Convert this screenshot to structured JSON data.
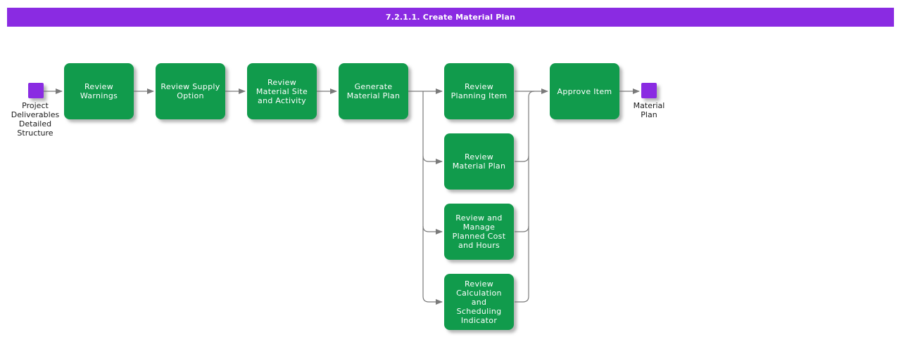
{
  "header": {
    "title": "7.2.1.1. Create Material Plan"
  },
  "colors": {
    "node_purple": "#8A2BE2",
    "box_green": "#119B4C",
    "connector_gray": "#7A7A7A"
  },
  "start_node": {
    "label": "Project Deliverables Detailed Structure"
  },
  "end_node": {
    "label": "Material Plan"
  },
  "steps": [
    {
      "label": "Review Warnings"
    },
    {
      "label": "Review Supply Option"
    },
    {
      "label": "Review Material Site and Activity"
    },
    {
      "label": "Generate Material Plan"
    },
    {
      "label": "Review Planning Item"
    },
    {
      "label": "Approve Item"
    }
  ],
  "branches": [
    {
      "label": "Review Material Plan"
    },
    {
      "label": "Review and Manage Planned Cost and Hours"
    },
    {
      "label": "Review Calculation and Scheduling Indicator"
    }
  ]
}
